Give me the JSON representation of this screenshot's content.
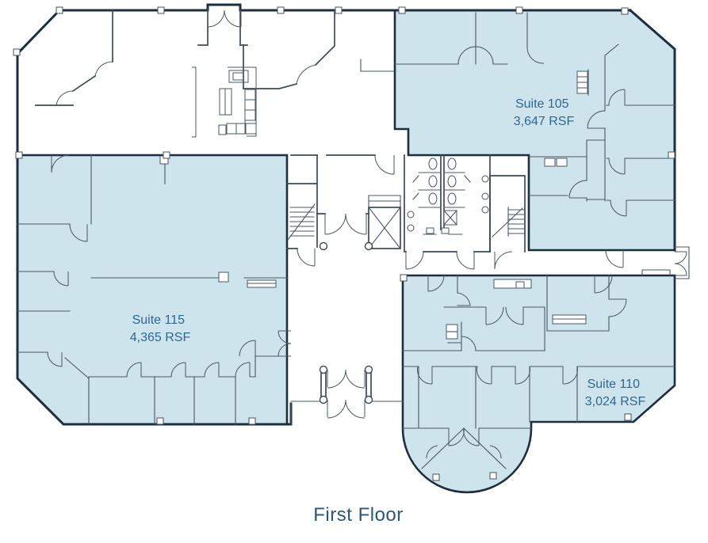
{
  "title": {
    "text": "First Floor"
  },
  "colors": {
    "background": "#ffffff",
    "suite_fill": "#cde4ec",
    "wall_dark": "#1d2e40",
    "wall_medium": "#3c4a57",
    "interior_line": "#4a5763",
    "label_blue": "#2e6893",
    "title_blue": "#2a567e"
  },
  "suites": [
    {
      "id": "105",
      "name": "Suite 105",
      "area": "3,647 RSF"
    },
    {
      "id": "115",
      "name": "Suite 115",
      "area": "4,365 RSF"
    },
    {
      "id": "110",
      "name": "Suite 110",
      "area": "3,024 RSF"
    }
  ]
}
